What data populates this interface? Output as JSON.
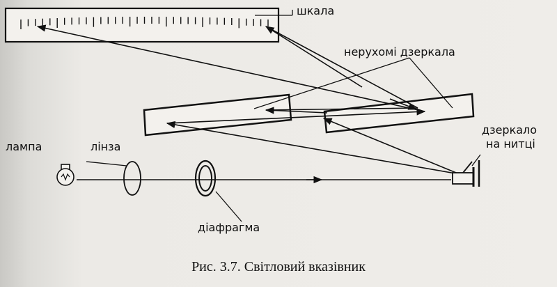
{
  "labels": {
    "scale": "шкала",
    "fixed_mirrors": "нерухомі дзеркала",
    "mirror_on_thread_line1": "дзеркало",
    "mirror_on_thread_line2": "на нитці",
    "lamp": "лампа",
    "lens": "лінза",
    "diaphragm": "діафрагма"
  },
  "caption": "Рис. 3.7. Світловий вказівник",
  "colors": {
    "ink": "#111111",
    "paper": "#efede9"
  }
}
